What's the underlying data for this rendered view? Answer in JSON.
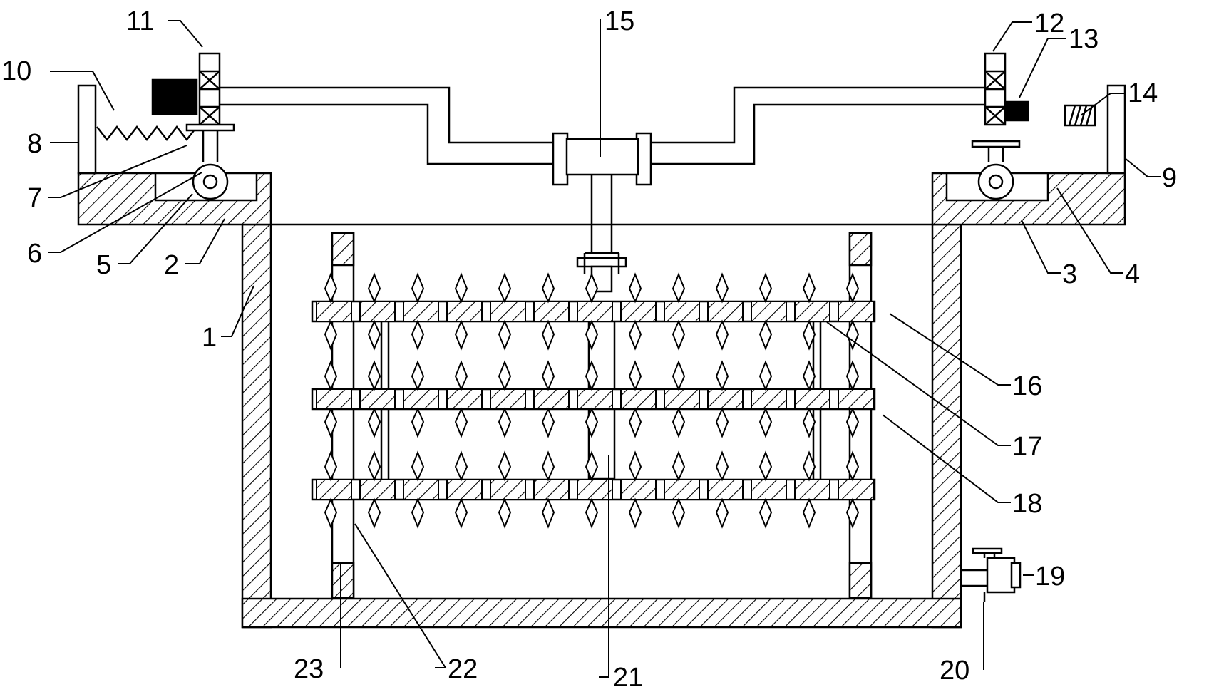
{
  "figure": {
    "colors": {
      "line": "#000000",
      "background": "#ffffff",
      "block": "#000000"
    },
    "labels": [
      "1",
      "2",
      "3",
      "4",
      "5",
      "6",
      "7",
      "8",
      "9",
      "10",
      "11",
      "12",
      "13",
      "14",
      "15",
      "16",
      "17",
      "18",
      "19",
      "20",
      "21",
      "22",
      "23"
    ]
  }
}
